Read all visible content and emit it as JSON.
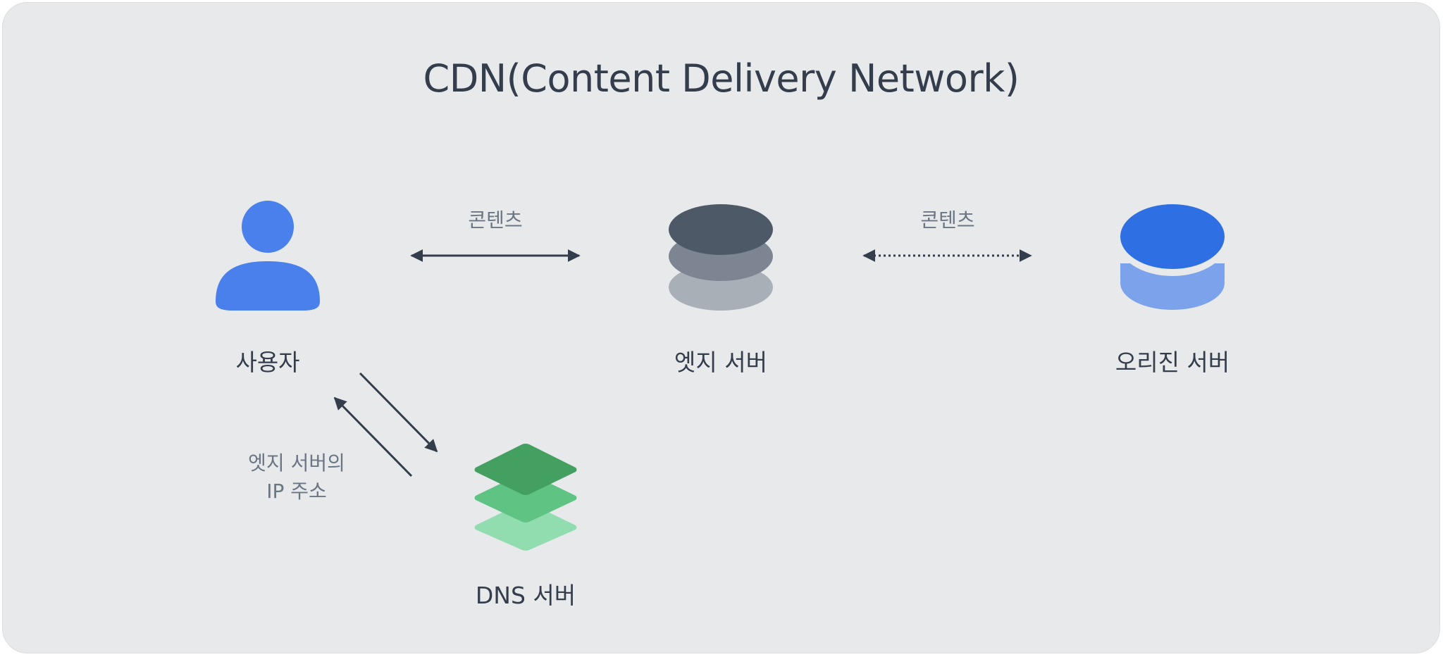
{
  "title": "CDN(Content Delivery Network)",
  "nodes": {
    "user": {
      "label": "사용자",
      "icon": "person-icon",
      "color": "#4a80eb"
    },
    "edge_server": {
      "label": "엣지 서버",
      "icon": "stacked-server-icon",
      "colors": [
        "#4e5968",
        "#7c8591",
        "#a9afb7"
      ]
    },
    "origin_server": {
      "label": "오리진 서버",
      "icon": "database-disk-icon",
      "colors": [
        "#2f6fe4",
        "#7ba2ea"
      ]
    },
    "dns_server": {
      "label": "DNS 서버",
      "icon": "layers-icon",
      "colors": [
        "#44a061",
        "#5ec383",
        "#92ddb0"
      ]
    }
  },
  "edges": {
    "user_edge": {
      "label": "콘텐츠",
      "style": "solid",
      "direction": "both"
    },
    "edge_origin": {
      "label": "콘텐츠",
      "style": "dotted",
      "direction": "both"
    },
    "user_to_dns": {
      "label": "",
      "style": "solid",
      "direction": "forward"
    },
    "dns_to_user": {
      "label_line1": "엣지 서버의",
      "label_line2": "IP 주소",
      "style": "solid",
      "direction": "forward"
    }
  },
  "colors": {
    "background": "#e8e9eb",
    "text": "#333d4b",
    "edge_label": "#6b7684",
    "arrow": "#333d4b"
  }
}
